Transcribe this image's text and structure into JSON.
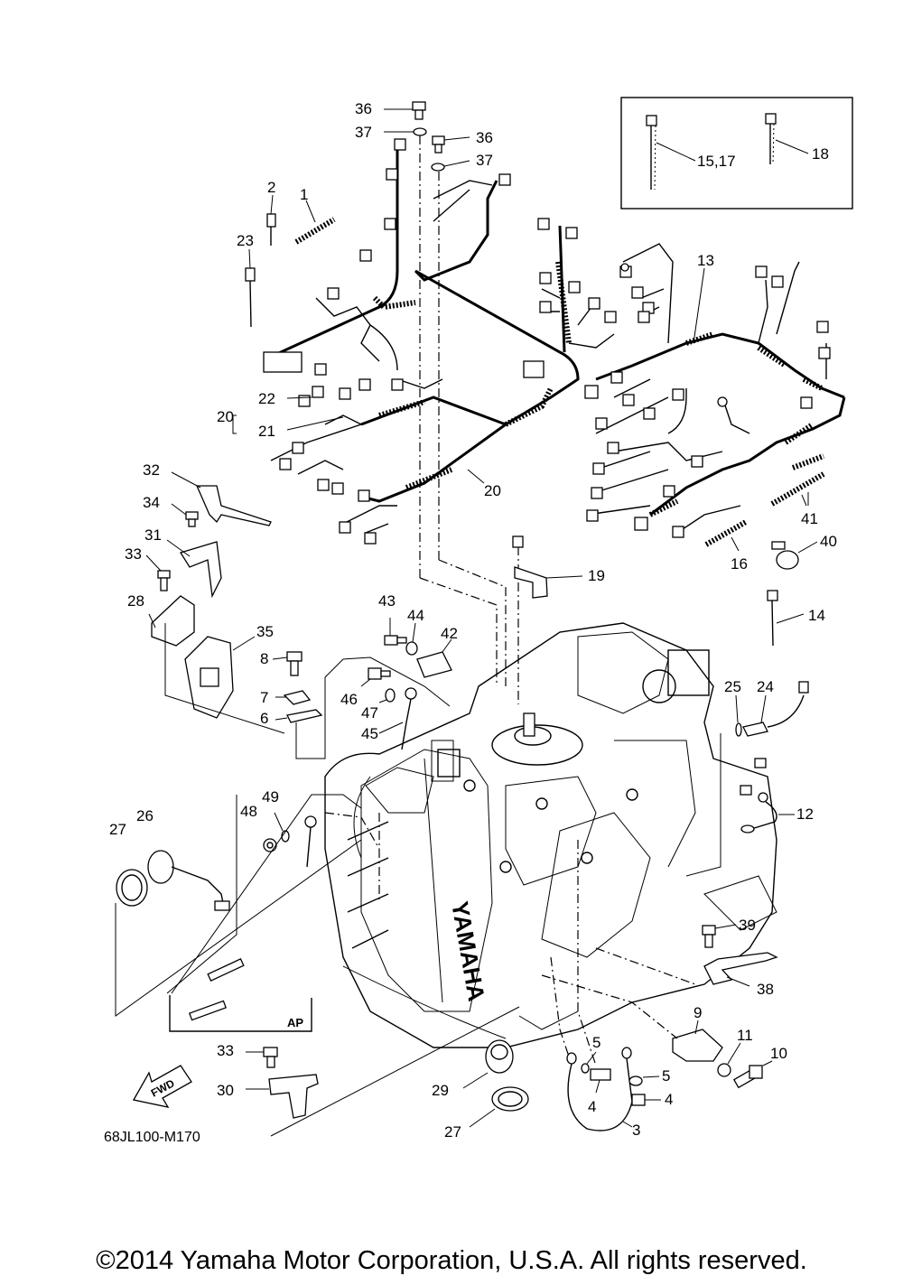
{
  "diagram": {
    "code": "68JL100-M170",
    "fwd_label": "FWD",
    "ap_label": "AP",
    "brand_label": "YAMAHA",
    "callouts": [
      {
        "id": "c36a",
        "text": "36"
      },
      {
        "id": "c37a",
        "text": "37"
      },
      {
        "id": "c36b",
        "text": "36"
      },
      {
        "id": "c37b",
        "text": "37"
      },
      {
        "id": "c1",
        "text": "1"
      },
      {
        "id": "c2",
        "text": "2"
      },
      {
        "id": "c23",
        "text": "23"
      },
      {
        "id": "c15_17",
        "text": "15,17"
      },
      {
        "id": "c18",
        "text": "18"
      },
      {
        "id": "c13",
        "text": "13"
      },
      {
        "id": "c22",
        "text": "22"
      },
      {
        "id": "c20a",
        "text": "20"
      },
      {
        "id": "c21",
        "text": "21"
      },
      {
        "id": "c20b",
        "text": "20"
      },
      {
        "id": "c32",
        "text": "32"
      },
      {
        "id": "c34",
        "text": "34"
      },
      {
        "id": "c31",
        "text": "31"
      },
      {
        "id": "c33a",
        "text": "33"
      },
      {
        "id": "c28",
        "text": "28"
      },
      {
        "id": "c35",
        "text": "35"
      },
      {
        "id": "c41",
        "text": "41"
      },
      {
        "id": "c40",
        "text": "40"
      },
      {
        "id": "c16",
        "text": "16"
      },
      {
        "id": "c19",
        "text": "19"
      },
      {
        "id": "c14",
        "text": "14"
      },
      {
        "id": "c43",
        "text": "43"
      },
      {
        "id": "c44",
        "text": "44"
      },
      {
        "id": "c42",
        "text": "42"
      },
      {
        "id": "c8",
        "text": "8"
      },
      {
        "id": "c7",
        "text": "7"
      },
      {
        "id": "c6",
        "text": "6"
      },
      {
        "id": "c46",
        "text": "46"
      },
      {
        "id": "c47",
        "text": "47"
      },
      {
        "id": "c45",
        "text": "45"
      },
      {
        "id": "c25",
        "text": "25"
      },
      {
        "id": "c24",
        "text": "24"
      },
      {
        "id": "c12",
        "text": "12"
      },
      {
        "id": "c49",
        "text": "49"
      },
      {
        "id": "c48",
        "text": "48"
      },
      {
        "id": "c27a",
        "text": "27"
      },
      {
        "id": "c26",
        "text": "26"
      },
      {
        "id": "c39",
        "text": "39"
      },
      {
        "id": "c38",
        "text": "38"
      },
      {
        "id": "c9",
        "text": "9"
      },
      {
        "id": "c11",
        "text": "11"
      },
      {
        "id": "c10",
        "text": "10"
      },
      {
        "id": "c33b",
        "text": "33"
      },
      {
        "id": "c5a",
        "text": "5"
      },
      {
        "id": "c5b",
        "text": "5"
      },
      {
        "id": "c30",
        "text": "30"
      },
      {
        "id": "c29",
        "text": "29"
      },
      {
        "id": "c4a",
        "text": "4"
      },
      {
        "id": "c4b",
        "text": "4"
      },
      {
        "id": "c27b",
        "text": "27"
      },
      {
        "id": "c3",
        "text": "3"
      }
    ]
  },
  "copyright": "©2014 Yamaha Motor Corporation, U.S.A. All rights reserved."
}
